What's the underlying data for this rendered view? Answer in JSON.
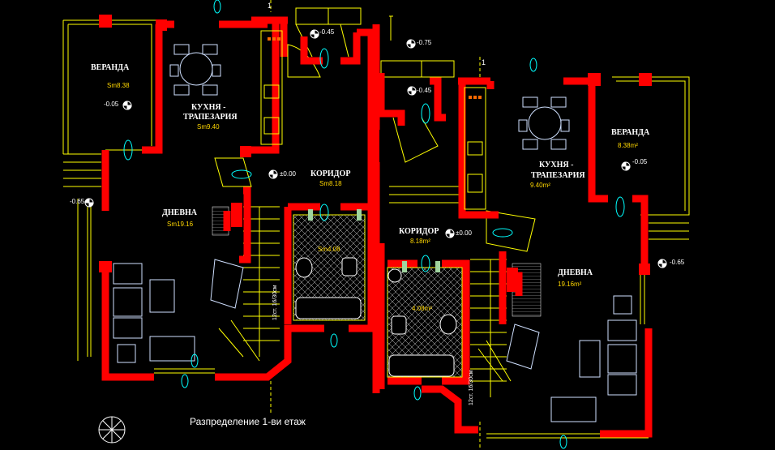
{
  "caption": "Разпределение 1-ви етаж",
  "rooms_left": {
    "veranda": {
      "name": "ВЕРАНДА",
      "area": "Sm8.38",
      "level": "-0.05"
    },
    "kitchen": {
      "name_1": "КУХНЯ -",
      "name_2": "ТРАПЕЗАРИЯ",
      "area": "Sm9.40"
    },
    "corridor": {
      "name": "КОРИДОР",
      "area": "Sm8.18",
      "level": "±0.00"
    },
    "living": {
      "name": "ДНЕВНА",
      "area": "Sm19.16",
      "level": "-0.65"
    },
    "bath": {
      "area": "Sm4.08"
    },
    "entry_levels": [
      "-0.45",
      "-0.75"
    ]
  },
  "rooms_right": {
    "veranda": {
      "name": "ВЕРАНДА",
      "area": "8.38m²",
      "level": "-0.05"
    },
    "kitchen": {
      "name_1": "КУХНЯ -",
      "name_2": "ТРАПЕЗАРИЯ",
      "area": "9.40m²"
    },
    "corridor": {
      "name": "КОРИДОР",
      "area": "8.18m²",
      "level": "±0.00"
    },
    "living": {
      "name": "ДНЕВНА",
      "area": "19.16m²",
      "level": "-0.65"
    },
    "bath": {
      "area": "4.08m²"
    },
    "entry_levels": [
      "-0.45"
    ]
  },
  "stair_labels": [
    "12ст. 16/30см",
    "12ст. 16/30см"
  ],
  "axis_marks": [
    "1",
    "1"
  ],
  "colors": {
    "wall": "#ff0000",
    "line": "#ffff00",
    "furniture": "#8fb7ff",
    "fixture": "#00ffff",
    "text": "#ffffff",
    "area": "#ffd700"
  }
}
